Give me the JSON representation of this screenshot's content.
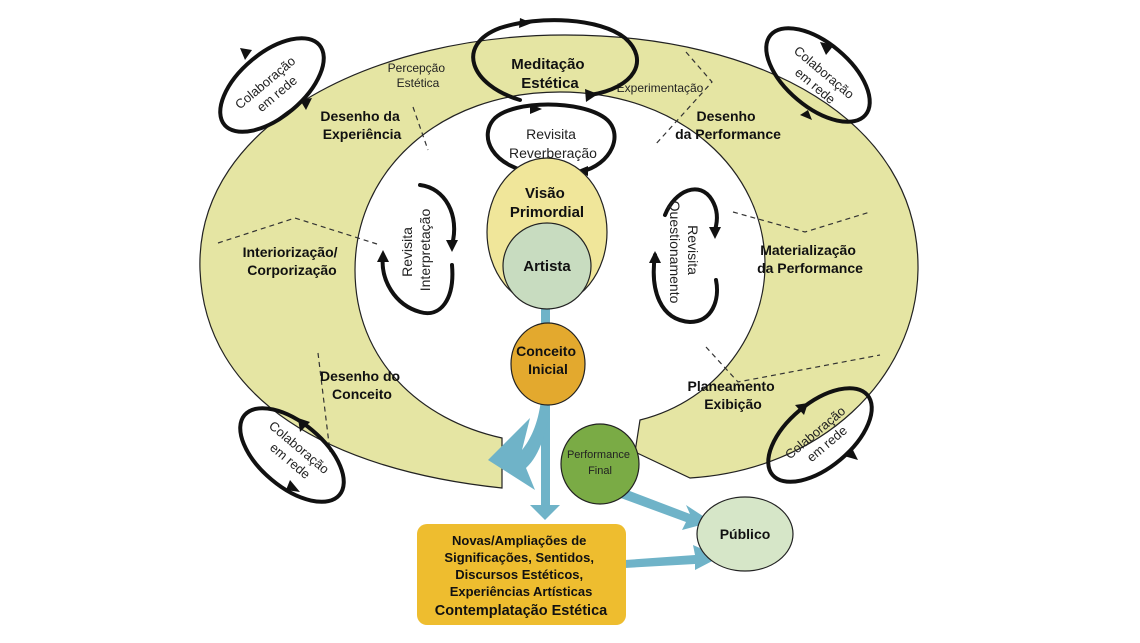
{
  "colors": {
    "ring_fill": "#e5e5a3",
    "ring_stroke": "#222222",
    "vision_fill": "#f0e69a",
    "artist_fill": "#c8dcc0",
    "concept_fill": "#e3a92e",
    "performance_fill": "#7aab45",
    "public_fill": "#d6e6c8",
    "result_fill": "#eebd2f",
    "flow_arrow": "#6fb3c8"
  },
  "ring": {
    "segments": {
      "desenho_experiencia": [
        "Desenho da",
        "Experiência"
      ],
      "desenho_performance": [
        "Desenho",
        "da Performance"
      ],
      "interiorizacao": [
        "Interiorização/",
        "Corporização"
      ],
      "materializacao": [
        "Materialização",
        "da Performance"
      ],
      "desenho_conceito": [
        "Desenho do",
        "Conceito"
      ],
      "planeamento": [
        "Planeamento",
        "Exibição"
      ]
    },
    "boundary_labels": {
      "percepcao": [
        "Percepção",
        "Estética"
      ],
      "experimentacao": "Experimentação"
    }
  },
  "loops": {
    "meditacao": [
      "Meditação",
      "Estética"
    ],
    "revisita_reverberacao": [
      "Revisita",
      "Reverberação"
    ],
    "revisita_interpretacao": [
      "Revisita",
      "Interpretação"
    ],
    "revisita_questionamento": [
      "Revisita",
      "Questionamento"
    ],
    "colaboracao": [
      "Colaboração",
      "em rede"
    ]
  },
  "nodes": {
    "visao": [
      "Visão",
      "Primordial"
    ],
    "artista": "Artista",
    "conceito": [
      "Conceito",
      "Inicial"
    ],
    "performance": [
      "Performance",
      "Final"
    ],
    "publico": "Público"
  },
  "result_box": {
    "lines": [
      "Novas/Ampliações de",
      "Significações, Sentidos,",
      "Discursos Estéticos,",
      "Experiências Artísticas"
    ],
    "title": "Contemplatação Estética"
  }
}
